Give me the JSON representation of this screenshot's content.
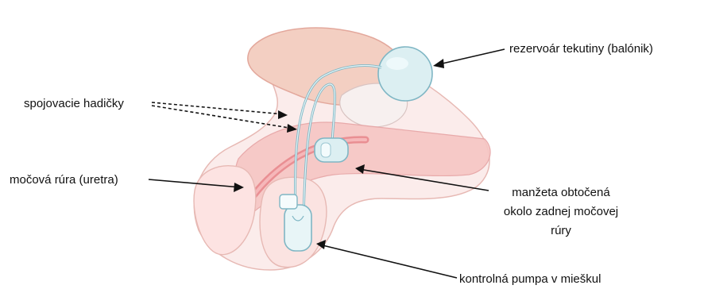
{
  "labels": {
    "reservoir": "rezervoár tekutiny (balónik)",
    "tubing": "spojovacie hadičky",
    "urethra": "močová rúra (uretra)",
    "cuff_line1": "manžeta obtočená",
    "cuff_line2": "okolo zadnej močovej",
    "cuff_line3": "rúry",
    "pump": "kontrolná pumpa v mieškul"
  },
  "colors": {
    "skin_outline": "#e7b9b4",
    "bladder": "#f3cfc2",
    "tissue_pink": "#f6c6c4",
    "urethra_red": "#e98f93",
    "device_blue": "#cfe8ef",
    "device_outline": "#7fb6c4",
    "arrow": "#111111"
  }
}
